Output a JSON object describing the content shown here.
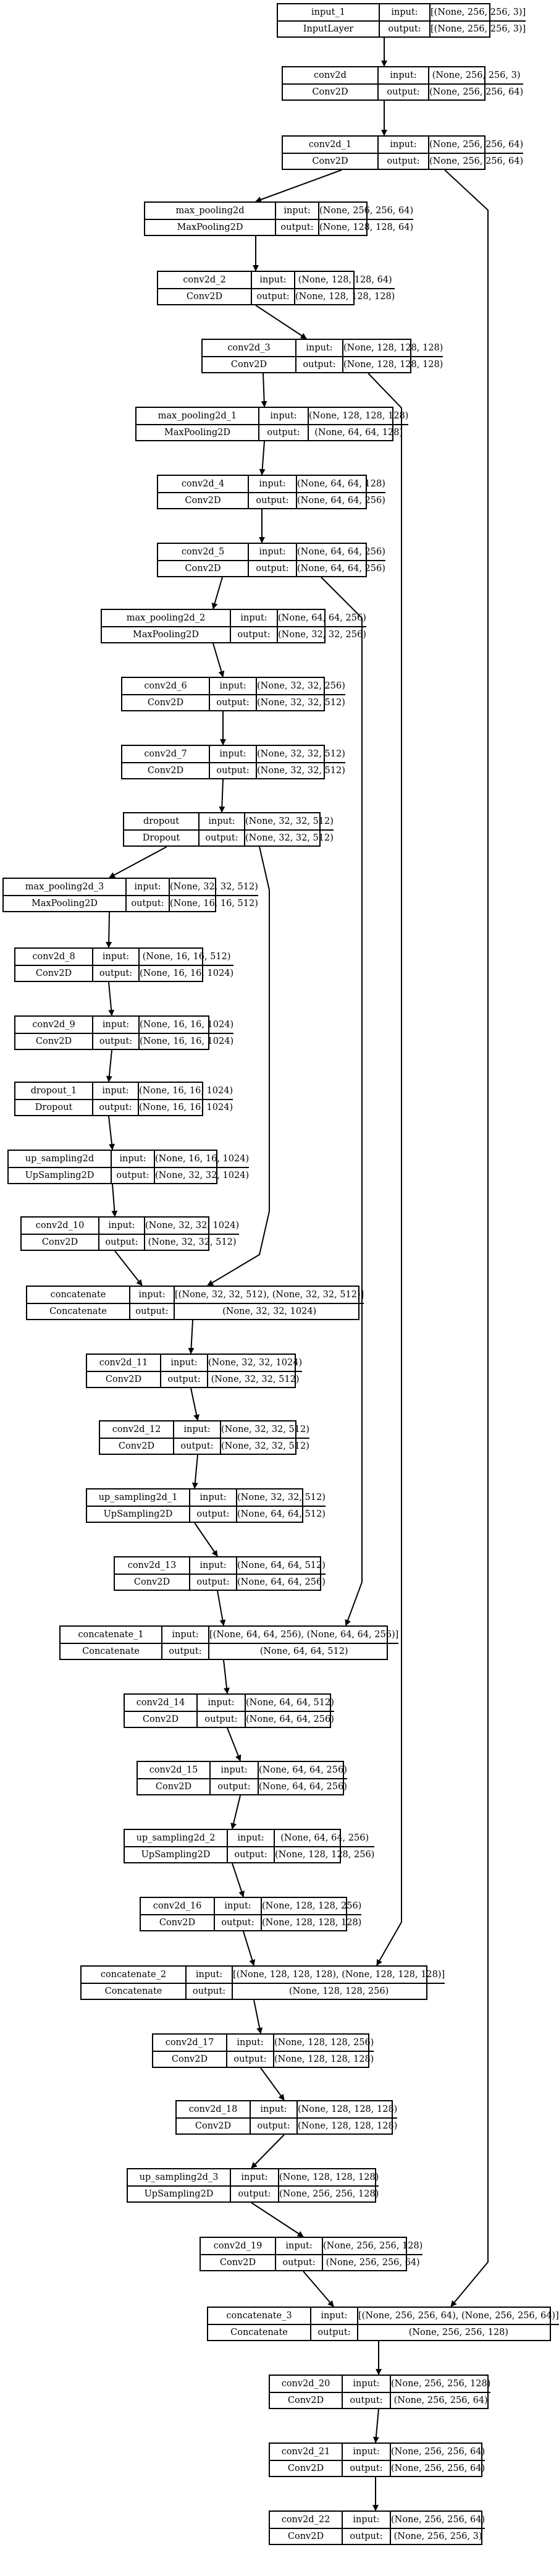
{
  "nodes": [
    {
      "id": "n0",
      "name": "input_1",
      "type": "InputLayer",
      "input_label": "input:",
      "output_label": "output:",
      "input": "[(None, 256, 256, 3)]",
      "output": "[(None, 256, 256, 3)]"
    },
    {
      "id": "n1",
      "name": "conv2d",
      "type": "Conv2D",
      "input_label": "input:",
      "output_label": "output:",
      "input": "(None, 256, 256, 3)",
      "output": "(None, 256, 256, 64)"
    },
    {
      "id": "n2",
      "name": "conv2d_1",
      "type": "Conv2D",
      "input_label": "input:",
      "output_label": "output:",
      "input": "(None, 256, 256, 64)",
      "output": "(None, 256, 256, 64)"
    },
    {
      "id": "n3",
      "name": "max_pooling2d",
      "type": "MaxPooling2D",
      "input_label": "input:",
      "output_label": "output:",
      "input": "(None, 256, 256, 64)",
      "output": "(None, 128, 128, 64)"
    },
    {
      "id": "n4",
      "name": "conv2d_2",
      "type": "Conv2D",
      "input_label": "input:",
      "output_label": "output:",
      "input": "(None, 128, 128, 64)",
      "output": "(None, 128, 128, 128)"
    },
    {
      "id": "n5",
      "name": "conv2d_3",
      "type": "Conv2D",
      "input_label": "input:",
      "output_label": "output:",
      "input": "(None, 128, 128, 128)",
      "output": "(None, 128, 128, 128)"
    },
    {
      "id": "n6",
      "name": "max_pooling2d_1",
      "type": "MaxPooling2D",
      "input_label": "input:",
      "output_label": "output:",
      "input": "(None, 128, 128, 128)",
      "output": "(None, 64, 64, 128)"
    },
    {
      "id": "n7",
      "name": "conv2d_4",
      "type": "Conv2D",
      "input_label": "input:",
      "output_label": "output:",
      "input": "(None, 64, 64, 128)",
      "output": "(None, 64, 64, 256)"
    },
    {
      "id": "n8",
      "name": "conv2d_5",
      "type": "Conv2D",
      "input_label": "input:",
      "output_label": "output:",
      "input": "(None, 64, 64, 256)",
      "output": "(None, 64, 64, 256)"
    },
    {
      "id": "n9",
      "name": "max_pooling2d_2",
      "type": "MaxPooling2D",
      "input_label": "input:",
      "output_label": "output:",
      "input": "(None, 64, 64, 256)",
      "output": "(None, 32, 32, 256)"
    },
    {
      "id": "n10",
      "name": "conv2d_6",
      "type": "Conv2D",
      "input_label": "input:",
      "output_label": "output:",
      "input": "(None, 32, 32, 256)",
      "output": "(None, 32, 32, 512)"
    },
    {
      "id": "n11",
      "name": "conv2d_7",
      "type": "Conv2D",
      "input_label": "input:",
      "output_label": "output:",
      "input": "(None, 32, 32, 512)",
      "output": "(None, 32, 32, 512)"
    },
    {
      "id": "n12",
      "name": "dropout",
      "type": "Dropout",
      "input_label": "input:",
      "output_label": "output:",
      "input": "(None, 32, 32, 512)",
      "output": "(None, 32, 32, 512)"
    },
    {
      "id": "n13",
      "name": "max_pooling2d_3",
      "type": "MaxPooling2D",
      "input_label": "input:",
      "output_label": "output:",
      "input": "(None, 32, 32, 512)",
      "output": "(None, 16, 16, 512)"
    },
    {
      "id": "n14",
      "name": "conv2d_8",
      "type": "Conv2D",
      "input_label": "input:",
      "output_label": "output:",
      "input": "(None, 16, 16, 512)",
      "output": "(None, 16, 16, 1024)"
    },
    {
      "id": "n15",
      "name": "conv2d_9",
      "type": "Conv2D",
      "input_label": "input:",
      "output_label": "output:",
      "input": "(None, 16, 16, 1024)",
      "output": "(None, 16, 16, 1024)"
    },
    {
      "id": "n16",
      "name": "dropout_1",
      "type": "Dropout",
      "input_label": "input:",
      "output_label": "output:",
      "input": "(None, 16, 16, 1024)",
      "output": "(None, 16, 16, 1024)"
    },
    {
      "id": "n17",
      "name": "up_sampling2d",
      "type": "UpSampling2D",
      "input_label": "input:",
      "output_label": "output:",
      "input": "(None, 16, 16, 1024)",
      "output": "(None, 32, 32, 1024)"
    },
    {
      "id": "n18",
      "name": "conv2d_10",
      "type": "Conv2D",
      "input_label": "input:",
      "output_label": "output:",
      "input": "(None, 32, 32, 1024)",
      "output": "(None, 32, 32, 512)"
    },
    {
      "id": "n19",
      "name": "concatenate",
      "type": "Concatenate",
      "input_label": "input:",
      "output_label": "output:",
      "input": "[(None, 32, 32, 512), (None, 32, 32, 512)]",
      "output": "(None, 32, 32, 1024)"
    },
    {
      "id": "n20",
      "name": "conv2d_11",
      "type": "Conv2D",
      "input_label": "input:",
      "output_label": "output:",
      "input": "(None, 32, 32, 1024)",
      "output": "(None, 32, 32, 512)"
    },
    {
      "id": "n21",
      "name": "conv2d_12",
      "type": "Conv2D",
      "input_label": "input:",
      "output_label": "output:",
      "input": "(None, 32, 32, 512)",
      "output": "(None, 32, 32, 512)"
    },
    {
      "id": "n22",
      "name": "up_sampling2d_1",
      "type": "UpSampling2D",
      "input_label": "input:",
      "output_label": "output:",
      "input": "(None, 32, 32, 512)",
      "output": "(None, 64, 64, 512)"
    },
    {
      "id": "n23",
      "name": "conv2d_13",
      "type": "Conv2D",
      "input_label": "input:",
      "output_label": "output:",
      "input": "(None, 64, 64, 512)",
      "output": "(None, 64, 64, 256)"
    },
    {
      "id": "n24",
      "name": "concatenate_1",
      "type": "Concatenate",
      "input_label": "input:",
      "output_label": "output:",
      "input": "[(None, 64, 64, 256), (None, 64, 64, 256)]",
      "output": "(None, 64, 64, 512)"
    },
    {
      "id": "n25",
      "name": "conv2d_14",
      "type": "Conv2D",
      "input_label": "input:",
      "output_label": "output:",
      "input": "(None, 64, 64, 512)",
      "output": "(None, 64, 64, 256)"
    },
    {
      "id": "n26",
      "name": "conv2d_15",
      "type": "Conv2D",
      "input_label": "input:",
      "output_label": "output:",
      "input": "(None, 64, 64, 256)",
      "output": "(None, 64, 64, 256)"
    },
    {
      "id": "n27",
      "name": "up_sampling2d_2",
      "type": "UpSampling2D",
      "input_label": "input:",
      "output_label": "output:",
      "input": "(None, 64, 64, 256)",
      "output": "(None, 128, 128, 256)"
    },
    {
      "id": "n28",
      "name": "conv2d_16",
      "type": "Conv2D",
      "input_label": "input:",
      "output_label": "output:",
      "input": "(None, 128, 128, 256)",
      "output": "(None, 128, 128, 128)"
    },
    {
      "id": "n29",
      "name": "concatenate_2",
      "type": "Concatenate",
      "input_label": "input:",
      "output_label": "output:",
      "input": "[(None, 128, 128, 128), (None, 128, 128, 128)]",
      "output": "(None, 128, 128, 256)"
    },
    {
      "id": "n30",
      "name": "conv2d_17",
      "type": "Conv2D",
      "input_label": "input:",
      "output_label": "output:",
      "input": "(None, 128, 128, 256)",
      "output": "(None, 128, 128, 128)"
    },
    {
      "id": "n31",
      "name": "conv2d_18",
      "type": "Conv2D",
      "input_label": "input:",
      "output_label": "output:",
      "input": "(None, 128, 128, 128)",
      "output": "(None, 128, 128, 128)"
    },
    {
      "id": "n32",
      "name": "up_sampling2d_3",
      "type": "UpSampling2D",
      "input_label": "input:",
      "output_label": "output:",
      "input": "(None, 128, 128, 128)",
      "output": "(None, 256, 256, 128)"
    },
    {
      "id": "n33",
      "name": "conv2d_19",
      "type": "Conv2D",
      "input_label": "input:",
      "output_label": "output:",
      "input": "(None, 256, 256, 128)",
      "output": "(None, 256, 256, 64)"
    },
    {
      "id": "n34",
      "name": "concatenate_3",
      "type": "Concatenate",
      "input_label": "input:",
      "output_label": "output:",
      "input": "[(None, 256, 256, 64), (None, 256, 256, 64)]",
      "output": "(None, 256, 256, 128)"
    },
    {
      "id": "n35",
      "name": "conv2d_20",
      "type": "Conv2D",
      "input_label": "input:",
      "output_label": "output:",
      "input": "(None, 256, 256, 128)",
      "output": "(None, 256, 256, 64)"
    },
    {
      "id": "n36",
      "name": "conv2d_21",
      "type": "Conv2D",
      "input_label": "input:",
      "output_label": "output:",
      "input": "(None, 256, 256, 64)",
      "output": "(None, 256, 256, 64)"
    },
    {
      "id": "n37",
      "name": "conv2d_22",
      "type": "Conv2D",
      "input_label": "input:",
      "output_label": "output:",
      "input": "(None, 256, 256, 64)",
      "output": "(None, 256, 256, 3)"
    }
  ],
  "edges": [
    [
      "n0",
      "n1"
    ],
    [
      "n1",
      "n2"
    ],
    [
      "n2",
      "n3"
    ],
    [
      "n3",
      "n4"
    ],
    [
      "n4",
      "n5"
    ],
    [
      "n5",
      "n6"
    ],
    [
      "n6",
      "n7"
    ],
    [
      "n7",
      "n8"
    ],
    [
      "n8",
      "n9"
    ],
    [
      "n9",
      "n10"
    ],
    [
      "n10",
      "n11"
    ],
    [
      "n11",
      "n12"
    ],
    [
      "n12",
      "n13"
    ],
    [
      "n13",
      "n14"
    ],
    [
      "n14",
      "n15"
    ],
    [
      "n15",
      "n16"
    ],
    [
      "n16",
      "n17"
    ],
    [
      "n17",
      "n18"
    ],
    [
      "n18",
      "n19"
    ],
    [
      "n12",
      "n19"
    ],
    [
      "n19",
      "n20"
    ],
    [
      "n20",
      "n21"
    ],
    [
      "n21",
      "n22"
    ],
    [
      "n22",
      "n23"
    ],
    [
      "n23",
      "n24"
    ],
    [
      "n8",
      "n24"
    ],
    [
      "n24",
      "n25"
    ],
    [
      "n25",
      "n26"
    ],
    [
      "n26",
      "n27"
    ],
    [
      "n27",
      "n28"
    ],
    [
      "n28",
      "n29"
    ],
    [
      "n5",
      "n29"
    ],
    [
      "n29",
      "n30"
    ],
    [
      "n30",
      "n31"
    ],
    [
      "n31",
      "n32"
    ],
    [
      "n32",
      "n33"
    ],
    [
      "n33",
      "n34"
    ],
    [
      "n2",
      "n34"
    ],
    [
      "n34",
      "n35"
    ],
    [
      "n35",
      "n36"
    ],
    [
      "n36",
      "n37"
    ]
  ],
  "colors": {
    "line": "#000000",
    "background": "#ffffff",
    "box_border": "#000000"
  }
}
